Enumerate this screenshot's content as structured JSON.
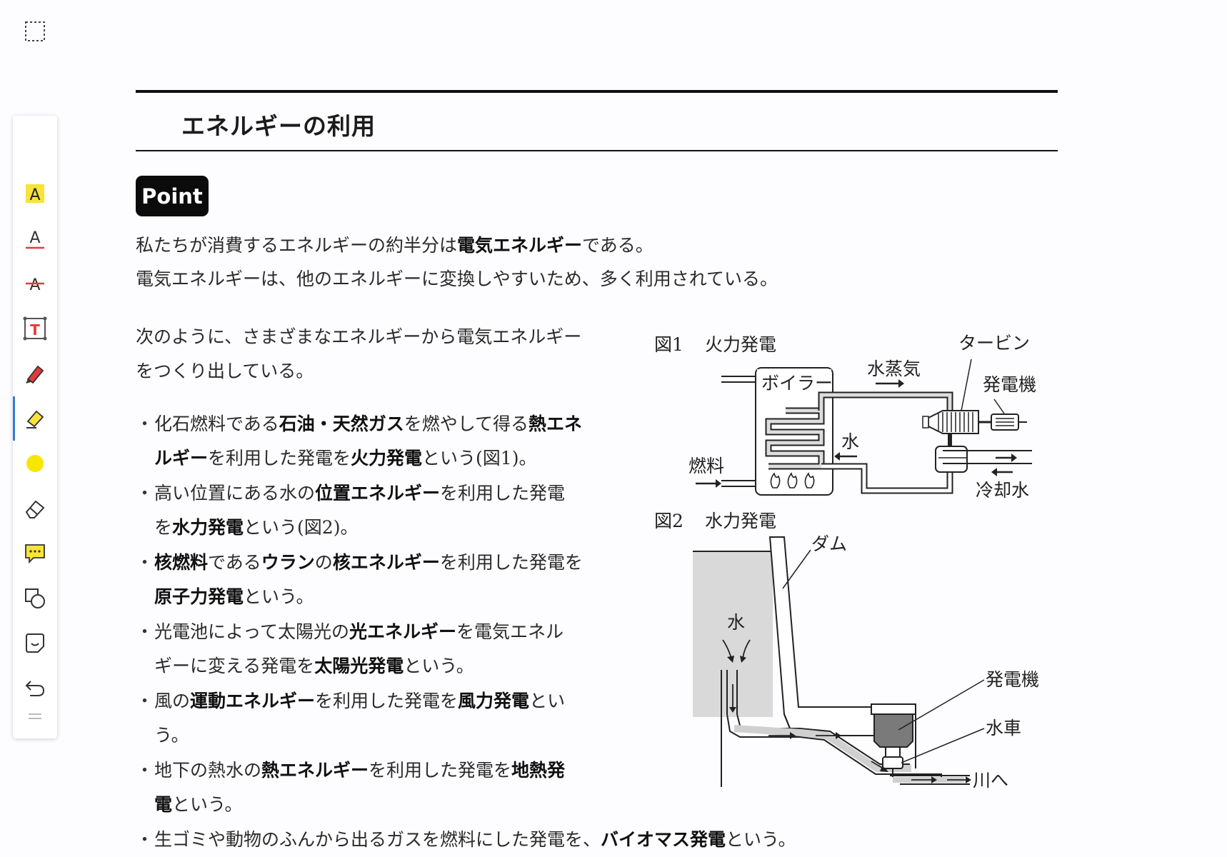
{
  "toolbar": {
    "tools": [
      {
        "name": "select-area-icon"
      },
      {
        "name": "text-highlight-icon",
        "color": "#f7e33a"
      },
      {
        "name": "text-underline-icon",
        "color": "#e53a3a"
      },
      {
        "name": "text-strikethrough-icon",
        "color": "#e53a3a"
      },
      {
        "name": "text-box-icon",
        "color": "#e53a3a"
      },
      {
        "name": "pen-icon",
        "color": "#e53a3a"
      },
      {
        "name": "highlighter-icon",
        "color": "#f7e33a",
        "active": true
      },
      {
        "name": "color-dot-icon",
        "color": "#f7e600"
      },
      {
        "name": "eraser-icon"
      },
      {
        "name": "comment-icon",
        "color": "#f7e33a"
      },
      {
        "name": "shapes-icon"
      },
      {
        "name": "sticker-icon"
      },
      {
        "name": "undo-icon"
      },
      {
        "name": "drag-handle-icon"
      }
    ]
  },
  "document": {
    "title": "エネルギーの利用",
    "badge": "Point",
    "intro": [
      [
        {
          "t": "私たちが消費するエネルギーの約半分は"
        },
        {
          "t": "電気エネルギー",
          "b": true
        },
        {
          "t": "である。"
        }
      ],
      [
        {
          "t": "電気エネルギーは、他のエネルギーに変換しやすいため、多く利用されている。"
        }
      ]
    ],
    "lead": [
      [
        {
          "t": "次のように、さまざまなエネルギーから電気エネルギー"
        }
      ],
      [
        {
          "t": "をつくり出している。"
        }
      ]
    ],
    "bullets": [
      [
        [
          {
            "t": "化石燃料である"
          },
          {
            "t": "石油・天然ガス",
            "b": true
          },
          {
            "t": "を燃やして得る"
          },
          {
            "t": "熱エネ",
            "b": true
          }
        ],
        [
          {
            "t": "ルギー",
            "b": true
          },
          {
            "t": "を利用した発電を"
          },
          {
            "t": "火力発電",
            "b": true
          },
          {
            "t": "という(図1)。"
          }
        ]
      ],
      [
        [
          {
            "t": "高い位置にある水の"
          },
          {
            "t": "位置エネルギー",
            "b": true
          },
          {
            "t": "を利用した発電"
          }
        ],
        [
          {
            "t": "を"
          },
          {
            "t": "水力発電",
            "b": true
          },
          {
            "t": "という(図2)。"
          }
        ]
      ],
      [
        [
          {
            "t": "核燃料",
            "b": true
          },
          {
            "t": "である"
          },
          {
            "t": "ウラン",
            "b": true
          },
          {
            "t": "の"
          },
          {
            "t": "核エネルギー",
            "b": true
          },
          {
            "t": "を利用した発電を"
          }
        ],
        [
          {
            "t": "原子力発電",
            "b": true
          },
          {
            "t": "という。"
          }
        ]
      ],
      [
        [
          {
            "t": "光電池によって太陽光の"
          },
          {
            "t": "光エネルギー",
            "b": true
          },
          {
            "t": "を電気エネル"
          }
        ],
        [
          {
            "t": "ギーに変える発電を"
          },
          {
            "t": "太陽光発電",
            "b": true
          },
          {
            "t": "という。"
          }
        ]
      ],
      [
        [
          {
            "t": "風の"
          },
          {
            "t": "運動エネルギー",
            "b": true
          },
          {
            "t": "を利用した発電を"
          },
          {
            "t": "風力発電",
            "b": true
          },
          {
            "t": "とい"
          }
        ],
        [
          {
            "t": "う。"
          }
        ]
      ],
      [
        [
          {
            "t": "地下の熱水の"
          },
          {
            "t": "熱エネルギー",
            "b": true
          },
          {
            "t": "を利用した発電を"
          },
          {
            "t": "地熱発",
            "b": true
          }
        ],
        [
          {
            "t": "電",
            "b": true
          },
          {
            "t": "という。"
          }
        ]
      ],
      [
        [
          {
            "t": "生ゴミや動物のふんから出るガスを燃料にした発電を、"
          },
          {
            "t": "バイオマス発電",
            "b": true
          },
          {
            "t": "という。"
          }
        ]
      ]
    ],
    "bullet_mark": "・"
  },
  "figures": {
    "fig1": {
      "caption_num": "図1",
      "caption": "火力発電",
      "labels": {
        "boiler": "ボイラー",
        "steam": "水蒸気",
        "turbine": "タービン",
        "generator": "発電機",
        "water": "水",
        "fuel": "燃料",
        "cooling": "冷却水"
      }
    },
    "fig2": {
      "caption_num": "図2",
      "caption": "水力発電",
      "labels": {
        "dam": "ダム",
        "water": "水",
        "generator": "発電機",
        "waterwheel": "水車",
        "river": "川へ"
      }
    }
  }
}
